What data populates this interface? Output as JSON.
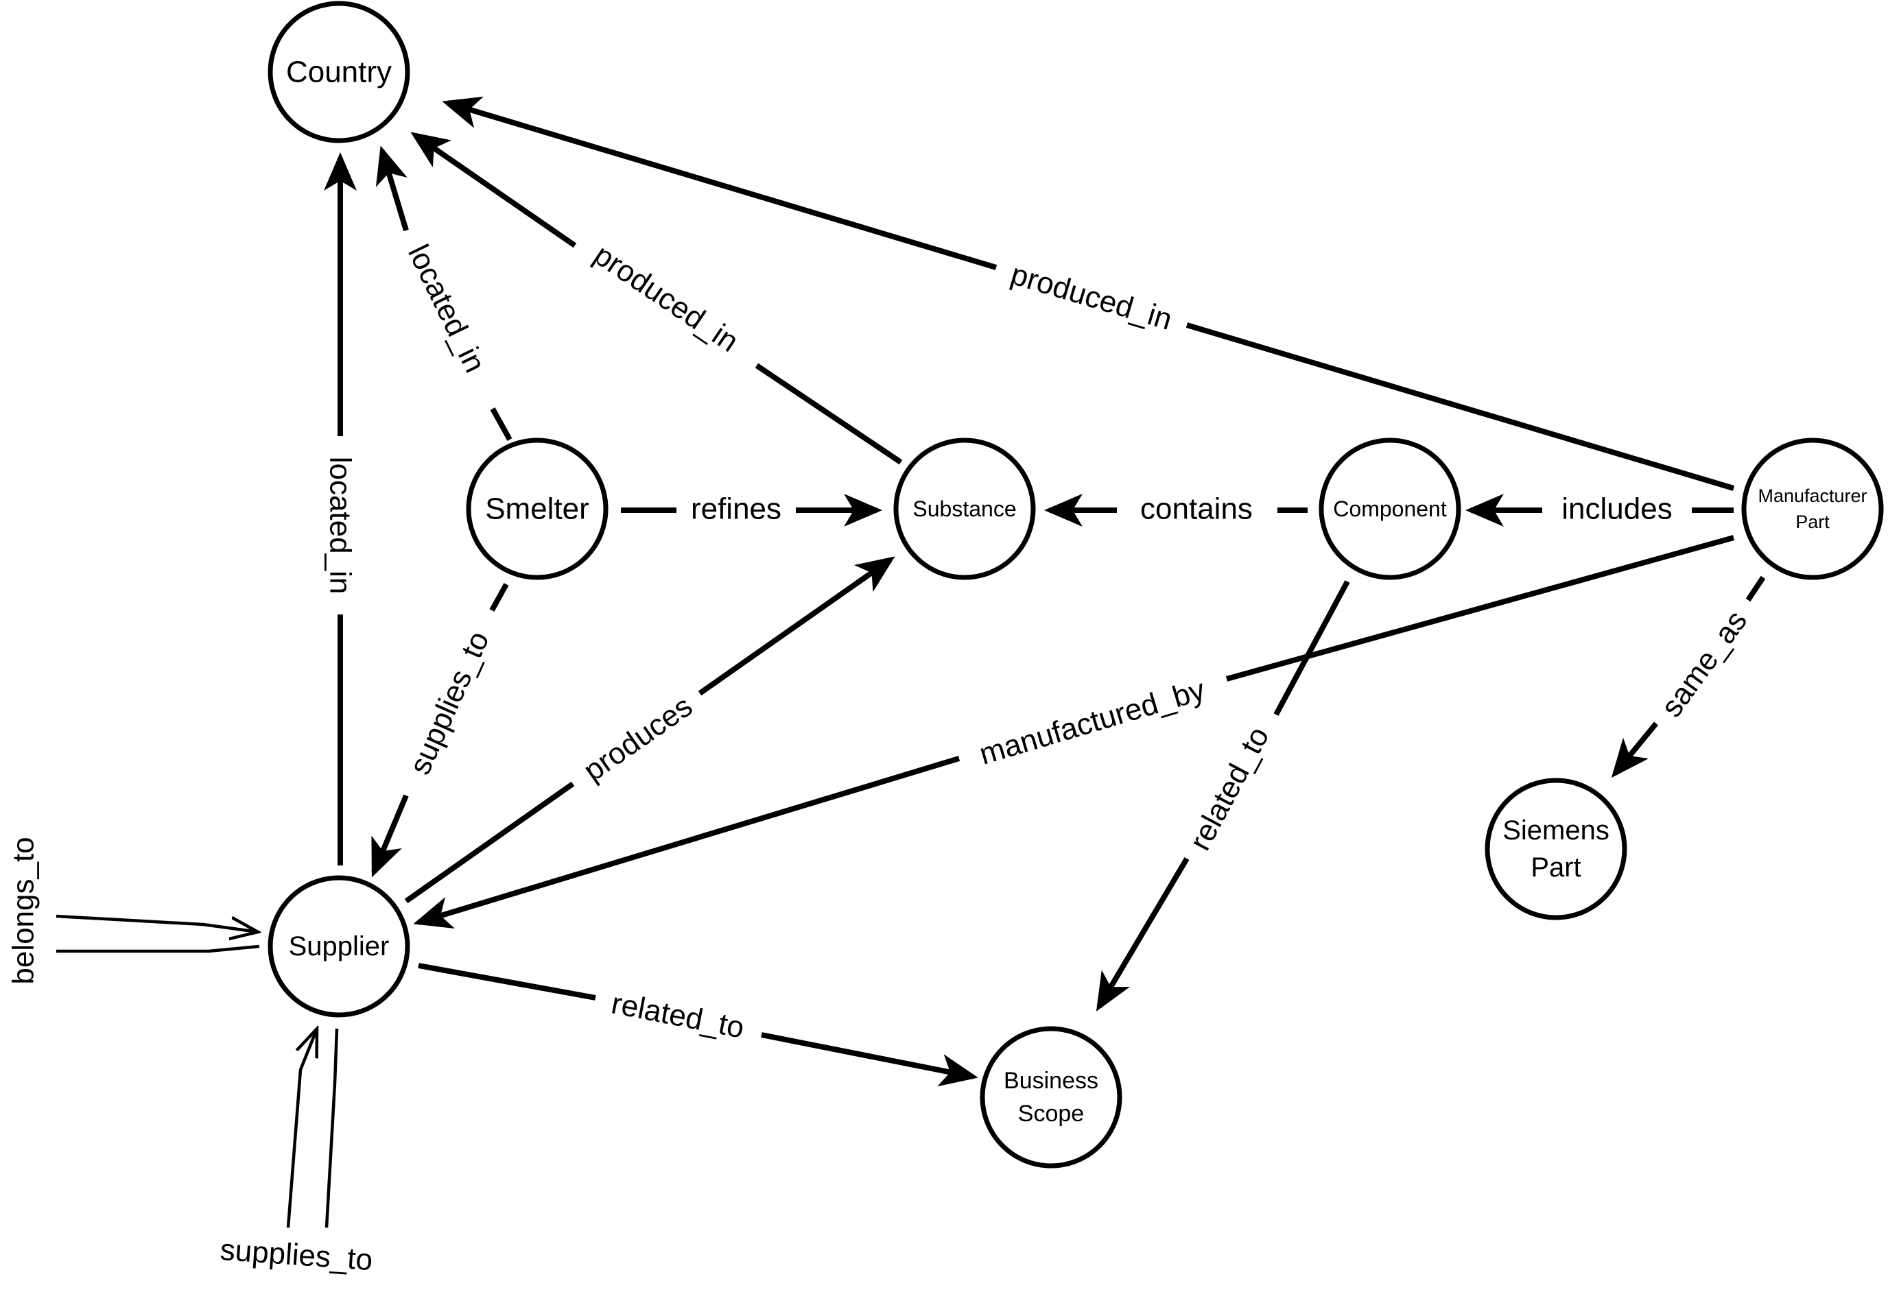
{
  "nodes": {
    "country": "Country",
    "smelter": "Smelter",
    "substance": "Substance",
    "component": "Component",
    "manufacturer_part_line1": "Manufacturer",
    "manufacturer_part_line2": "Part",
    "siemens_part_line1": "Siemens",
    "siemens_part_line2": "Part",
    "supplier": "Supplier",
    "business_scope_line1": "Business",
    "business_scope_line2": "Scope"
  },
  "edges": {
    "supplier_located_in": "located_in",
    "smelter_located_in": "located_in",
    "substance_produced_in": "produced_in",
    "manufacturer_part_produced_in": "produced_in",
    "smelter_refines": "refines",
    "component_contains": "contains",
    "manufacturer_part_includes": "includes",
    "smelter_supplies_to": "supplies_to",
    "supplier_produces": "produces",
    "manufacturer_part_manufactured_by": "manufactured_by",
    "component_related_to": "related_to",
    "manufacturer_part_same_as": "same_as",
    "supplier_related_to": "related_to",
    "supplier_belongs_to": "belongs_to",
    "supplier_supplies_to": "supplies_to"
  }
}
